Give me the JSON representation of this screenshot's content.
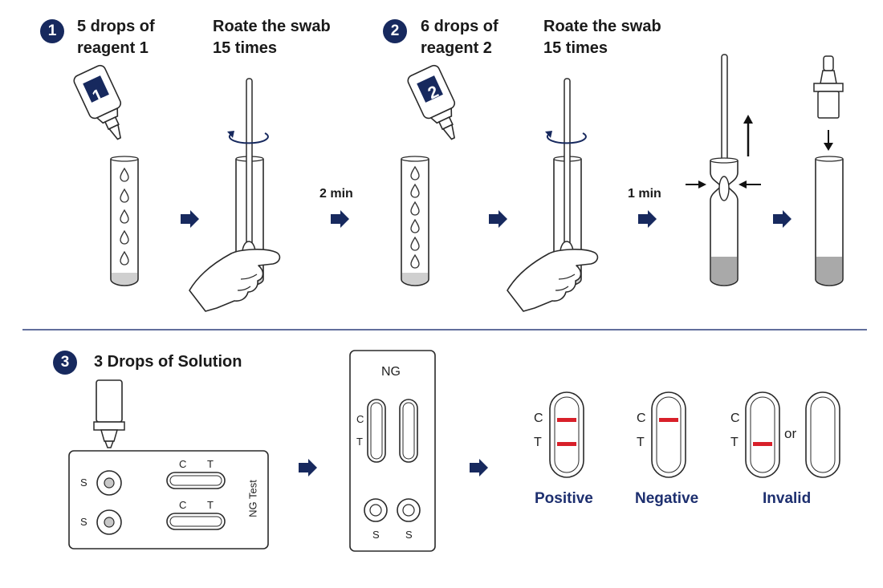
{
  "colors": {
    "navy": "#17295e",
    "line": "#2a2a2a",
    "red": "#d8202a",
    "divider": "#2d3f7c"
  },
  "step1": {
    "number": "1",
    "line1": "5 drops of",
    "line2": "reagent 1",
    "bottle_label": "1"
  },
  "rotate1": {
    "line1": "Roate the swab",
    "line2": "15 times"
  },
  "wait1": "2 min",
  "step2": {
    "number": "2",
    "line1": "6 drops of",
    "line2": "reagent 2",
    "bottle_label": "2"
  },
  "rotate2": {
    "line1": "Roate the swab",
    "line2": "15 times"
  },
  "wait2": "1 min",
  "step3": {
    "number": "3",
    "title": "3 Drops of Solution"
  },
  "cassette1": {
    "name": "NG Test",
    "sample_mark": "S",
    "c_mark": "C",
    "t_mark": "T"
  },
  "cassette2": {
    "name": "NG",
    "c_mark": "C",
    "t_mark": "T",
    "sample_mark": "S"
  },
  "results": {
    "positive": {
      "label": "Positive",
      "c": "C",
      "t": "T"
    },
    "negative": {
      "label": "Negative",
      "c": "C",
      "t": "T"
    },
    "invalid": {
      "label": "Invalid",
      "c": "C",
      "t": "T",
      "or": "or"
    }
  }
}
